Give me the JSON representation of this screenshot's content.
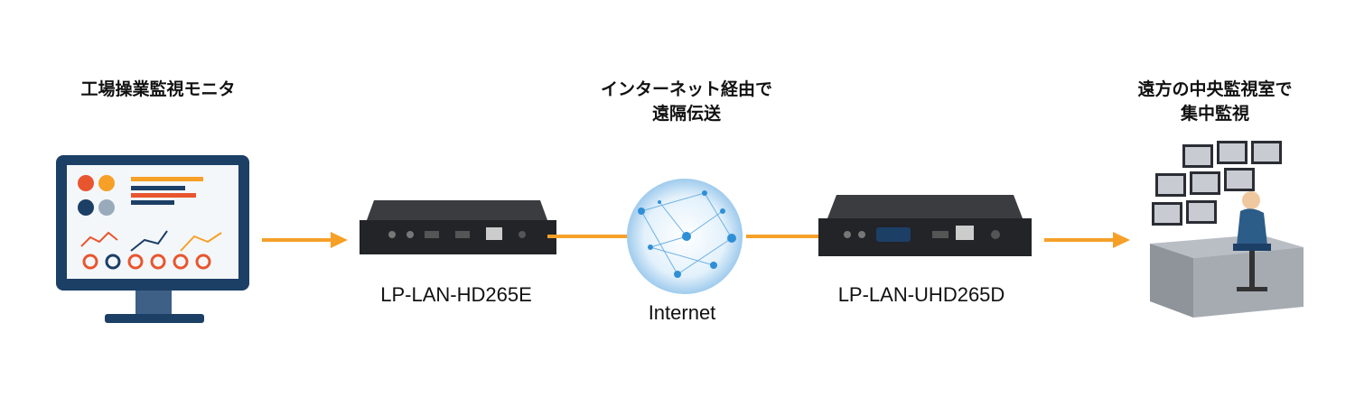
{
  "factory": {
    "title": "工場操業監視モニタ"
  },
  "encoder": {
    "model": "LP-LAN-HD265E"
  },
  "internet": {
    "title_line1": "インターネット経由で",
    "title_line2": "遠隔伝送",
    "label": "Internet"
  },
  "decoder": {
    "model": "LP-LAN-UHD265D"
  },
  "monitoring": {
    "title_line1": "遠方の中央監視室で",
    "title_line2": "集中監視"
  },
  "colors": {
    "arrow": "#f6a028",
    "line": "#f6a028",
    "monitor_frame": "#1c3f66",
    "device_body": "#222428",
    "globe": "#2f8fd6"
  },
  "icons": [
    "factory-monitor-icon",
    "encoder-device-icon",
    "globe-network-icon",
    "decoder-device-icon",
    "operator-desk-icon"
  ]
}
